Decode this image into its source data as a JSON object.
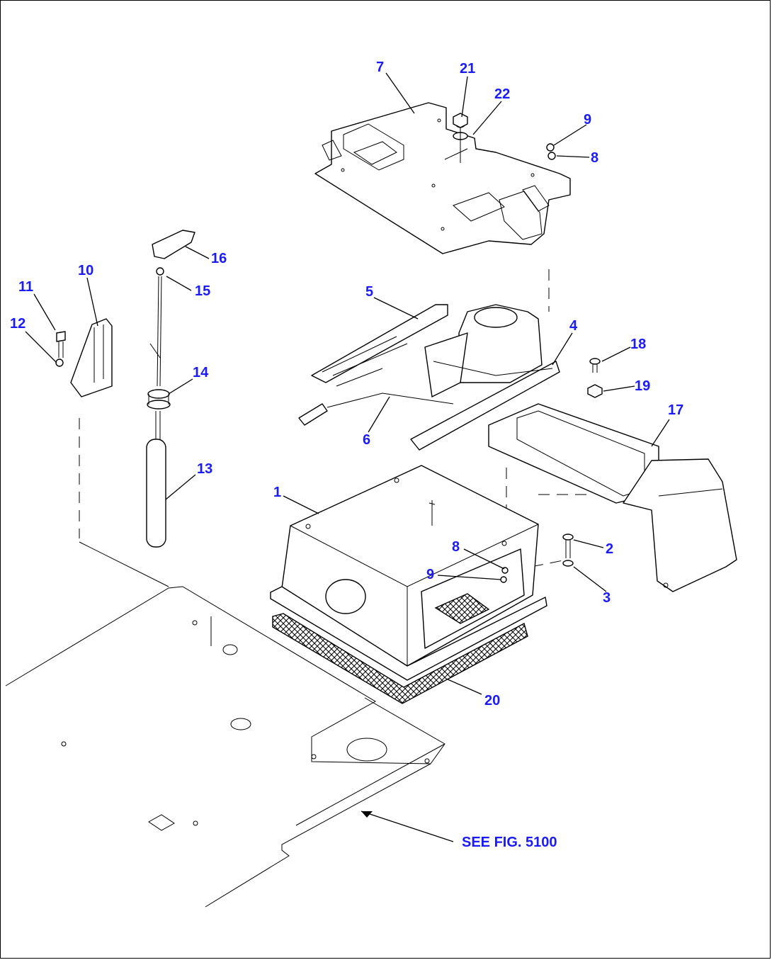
{
  "callouts": {
    "c1": "1",
    "c2": "2",
    "c3": "3",
    "c4": "4",
    "c5": "5",
    "c6": "6",
    "c7": "7",
    "c8a": "8",
    "c8b": "8",
    "c9a": "9",
    "c9b": "9",
    "c10": "10",
    "c11": "11",
    "c12": "12",
    "c13": "13",
    "c14": "14",
    "c15": "15",
    "c16": "16",
    "c17": "17",
    "c18": "18",
    "c19": "19",
    "c20": "20",
    "c21": "21",
    "c22": "22"
  },
  "reference_note": "SEE FIG. 5100",
  "colors": {
    "callout": "#1a1aff",
    "line": "#000000",
    "background": "#ffffff"
  }
}
